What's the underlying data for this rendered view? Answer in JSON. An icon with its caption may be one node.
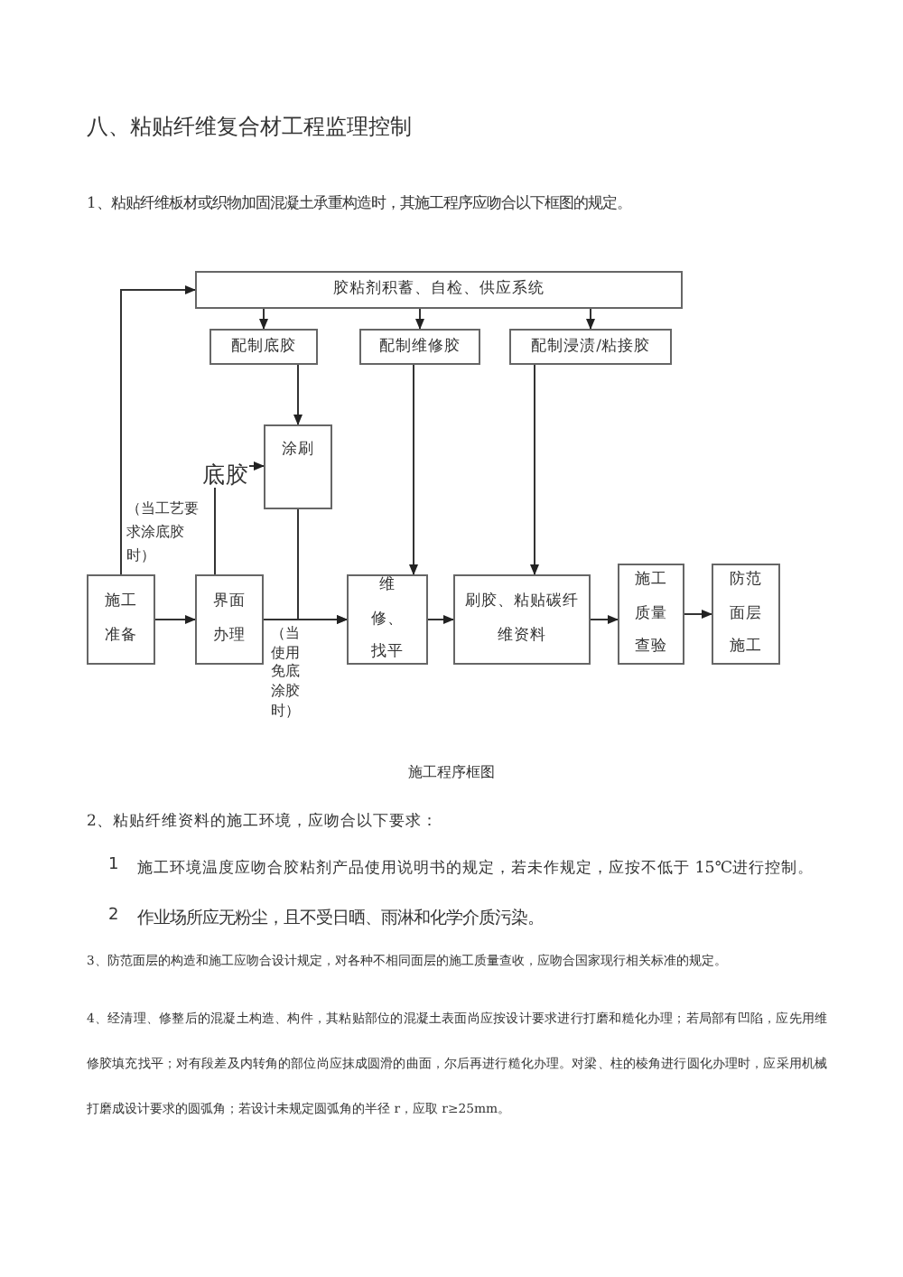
{
  "diagram": {
    "title": "八、粘贴纤维复合材工程监理控制",
    "caption": "施工程序框图",
    "nodes": [
      {
        "text": [
          "胶粘剂积蓄、自检、供应系统"
        ]
      },
      {
        "text": [
          "配制底胶"
        ]
      },
      {
        "text": [
          "配制维修胶"
        ]
      },
      {
        "text": [
          "配制浸渍/粘接胶"
        ]
      },
      {
        "text": [
          "涂刷"
        ]
      },
      {
        "text": [
          "施工准备"
        ]
      },
      {
        "text": [
          "界面办理"
        ]
      },
      {
        "text": [
          "维修、找平"
        ]
      },
      {
        "text": [
          "刷胶、粘贴碳纤维资料"
        ]
      },
      {
        "text": [
          "施工质量查验"
        ]
      },
      {
        "text": [
          "防范面层施工"
        ]
      }
    ],
    "edges": [
      {
        "from": 5,
        "to": 0,
        "arrow": "to"
      },
      {
        "from": 0,
        "to": 1,
        "arrow": "to"
      },
      {
        "from": 0,
        "to": 2,
        "arrow": "to"
      },
      {
        "from": 0,
        "to": 3,
        "arrow": "to"
      },
      {
        "from": 1,
        "to": 4,
        "arrow": "to"
      },
      {
        "from": 6,
        "to": 4,
        "arrow": "to",
        "label": "底胶"
      },
      {
        "from": 4,
        "to": 7,
        "arrow": "to"
      },
      {
        "from": 2,
        "to": 7,
        "arrow": "to"
      },
      {
        "from": 3,
        "to": 8,
        "arrow": "to"
      },
      {
        "from": 5,
        "to": 6,
        "arrow": "to"
      },
      {
        "from": 6,
        "to": 7,
        "arrow": "to"
      },
      {
        "from": 7,
        "to": 8,
        "arrow": "to"
      },
      {
        "from": 8,
        "to": 9,
        "arrow": "to"
      },
      {
        "from": 9,
        "to": 10,
        "arrow": "to"
      }
    ],
    "labels": [
      "1、粘贴纤维板材或织物加固混凝土承重构造时，其施工程序应吻合以下框图的规定。",
      "（当工艺要求涂底胶时）",
      "（当使用免底涂胶时）",
      "2、粘贴纤维资料的施工环境，应吻合以下要求：",
      "1",
      "施工环境温度应吻合胶粘剂产品使用说明书的规定，若未作规定，应按不低于 15℃进行控制。",
      "2",
      "作业场所应无粉尘，且不受日晒、雨淋和化学介质污染。",
      "3、防范面层的构造和施工应吻合设计规定，对各种不相同面层的施工质量查收，应吻合国家现行相关标准的规定。",
      "4、经清理、修整后的混凝土构造、构件，其粘贴部位的混凝土表面尚应按设计要求进行打磨和糙化办理；若局部有凹陷，应先用维修胶填充找平；对有段差及内转角的部位尚应抹成圆滑的曲面，尔后再进行糙化办理。对梁、柱的棱角进行圆化办理时，应采用机械打磨成设计要求的圆弧角；若设计未规定圆弧角的半径 r，应取 r≥25mm。"
    ]
  }
}
